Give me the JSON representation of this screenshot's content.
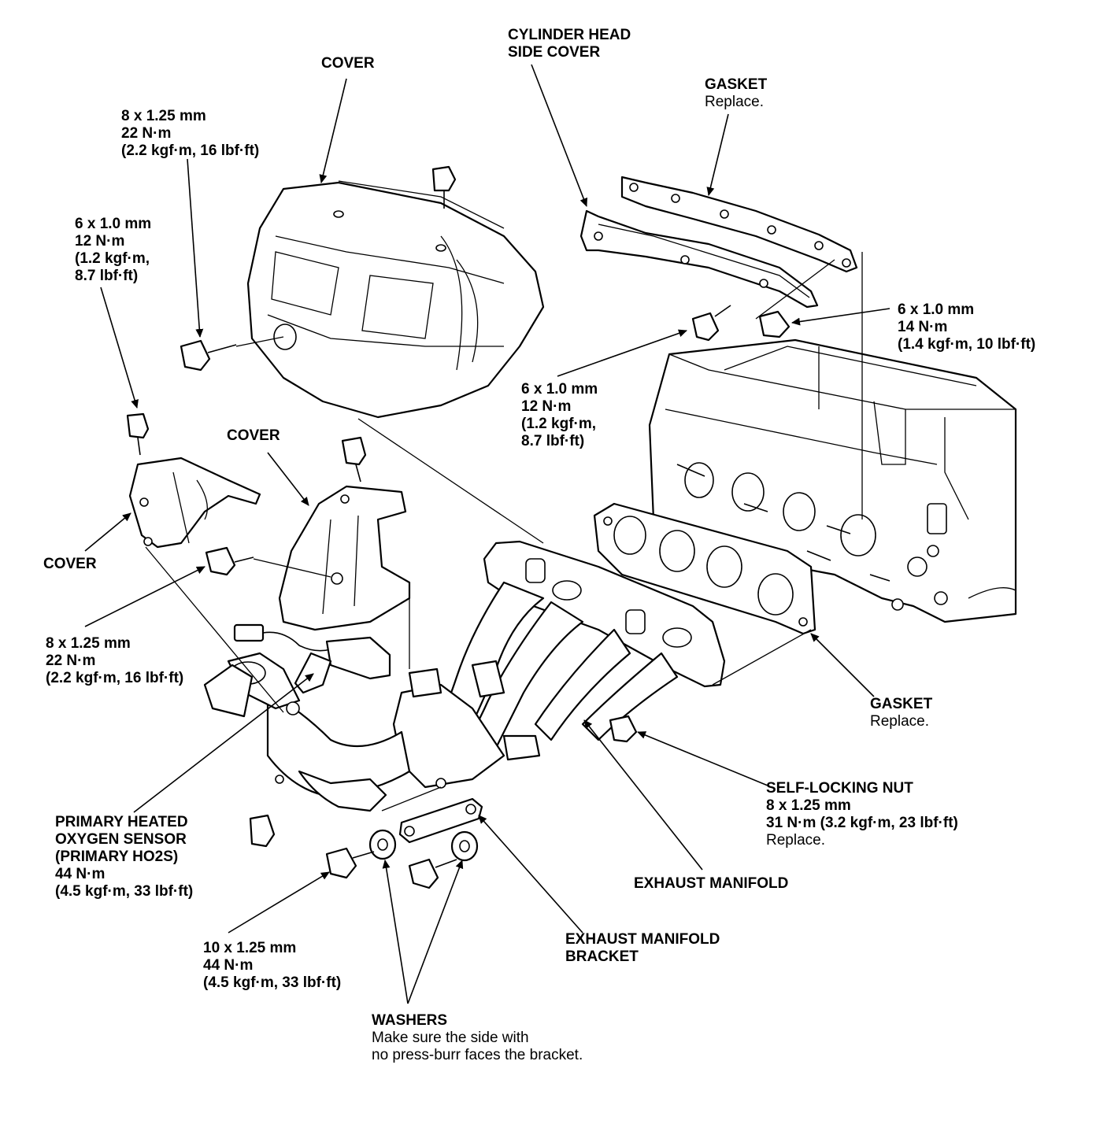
{
  "labels": {
    "cover_top": [
      "COVER"
    ],
    "cylinder_head_side_cover": [
      "CYLINDER HEAD",
      "SIDE COVER"
    ],
    "gasket_top": {
      "title": "GASKET",
      "note": "Replace."
    },
    "bolt_8x125_top": [
      "8 x 1.25 mm",
      "22 N·m",
      "(2.2 kgf·m, 16 lbf·ft)"
    ],
    "bolt_6x10_left": [
      "6 x 1.0 mm",
      "12 N·m",
      "(1.2 kgf·m,",
      "8.7 lbf·ft)"
    ],
    "nut_6x10_right": [
      "6 x 1.0 mm",
      "14 N·m",
      "(1.4 kgf·m, 10 lbf·ft)"
    ],
    "bolt_6x10_mid": [
      "6 x 1.0 mm",
      "12 N·m",
      "(1.2 kgf·m,",
      "8.7 lbf·ft)"
    ],
    "cover_middle": [
      "COVER"
    ],
    "cover_left": [
      "COVER"
    ],
    "bolt_8x125_left": [
      "8 x 1.25 mm",
      "22 N·m",
      "(2.2 kgf·m, 16 lbf·ft)"
    ],
    "gasket_bottom": {
      "title": "GASKET",
      "note": "Replace."
    },
    "self_locking_nut": {
      "lines": [
        "SELF-LOCKING NUT",
        "8 x 1.25 mm",
        "31 N·m (3.2 kgf·m, 23 lbf·ft)"
      ],
      "note": "Replace."
    },
    "primary_ho2s": [
      "PRIMARY HEATED",
      "OXYGEN SENSOR",
      "(PRIMARY HO2S)",
      "44 N·m",
      "(4.5 kgf·m, 33 lbf·ft)"
    ],
    "exhaust_manifold": [
      "EXHAUST MANIFOLD"
    ],
    "exhaust_manifold_bracket": [
      "EXHAUST MANIFOLD",
      "BRACKET"
    ],
    "bolt_10x125": [
      "10 x 1.25 mm",
      "44 N·m",
      "(4.5 kgf·m, 33 lbf·ft)"
    ],
    "washers": {
      "title": "WASHERS",
      "note": [
        "Make sure the side with",
        "no press-burr faces the bracket."
      ]
    }
  }
}
